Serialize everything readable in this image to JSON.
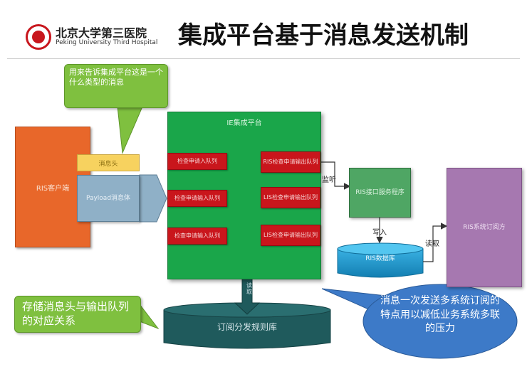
{
  "header": {
    "org_name": "北京大学第三医院",
    "org_name_en": "Peking University Third Hospital",
    "title": "集成平台基于消息发送机制"
  },
  "nodes": {
    "ris_client": "RIS客户端",
    "message_head": "消息头",
    "payload": "Payload消息体",
    "platform_title": "IE集成平台",
    "queues_left": [
      "检查申请入队列",
      "检查申请输入队列",
      "检查申请输入队列"
    ],
    "queues_right": [
      "RIS检查申请输出队列",
      "LIS检查申请输出队列",
      "LIS检查申请输出队列"
    ],
    "ris_service": "RIS接口服务程序",
    "ris_db": "RIS数据库",
    "ris_subscriber": "RIS系统订阅方",
    "rule_base": "订阅分发规则库",
    "rule_arrow_label": "读取"
  },
  "edges": {
    "listen": "监听",
    "write": "写入",
    "read": "读取"
  },
  "callouts": {
    "top": "用来告诉集成平台这是一个什么类型的消息",
    "left": "存储消息头与输出队列的对应关系",
    "right": "消息一次发送多系统订阅的特点用以减低业务系统多联的压力"
  },
  "colors": {
    "platform": "#1aa64a",
    "queue": "#c9161c",
    "ris_client": "#e8672a",
    "db": "#1f9dd6",
    "rule_base": "#1f5a5c",
    "callout_green": "#7fc03f",
    "callout_blue": "#3d7ac8"
  }
}
